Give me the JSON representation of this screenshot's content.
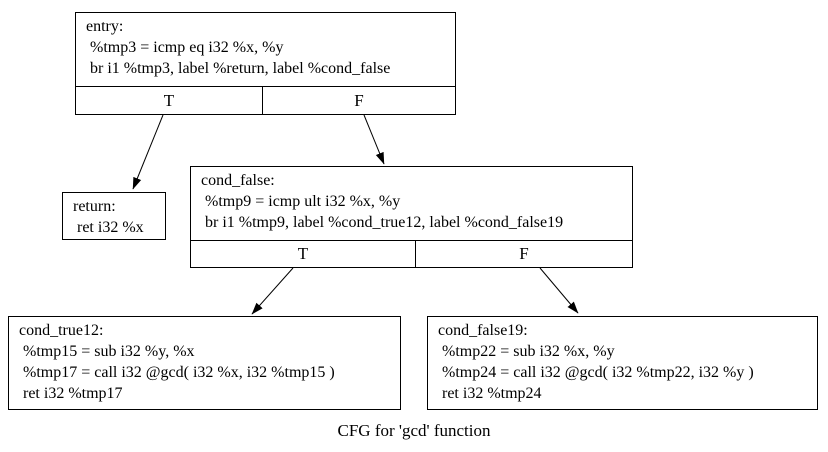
{
  "caption": "CFG for 'gcd' function",
  "colors": {
    "background": "#ffffff",
    "node_border": "#000000",
    "text": "#000000",
    "edge": "#000000"
  },
  "nodes": {
    "entry": {
      "title": "entry:",
      "lines": [
        " %tmp3 = icmp eq i32 %x, %y",
        " br i1 %tmp3, label %return, label %cond_false"
      ],
      "ports": {
        "true": "T",
        "false": "F"
      }
    },
    "return": {
      "title": "return:",
      "lines": [
        " ret i32 %x"
      ]
    },
    "cond_false": {
      "title": "cond_false:",
      "lines": [
        " %tmp9 = icmp ult i32 %x, %y",
        " br i1 %tmp9, label %cond_true12, label %cond_false19"
      ],
      "ports": {
        "true": "T",
        "false": "F"
      }
    },
    "cond_true12": {
      "title": "cond_true12:",
      "lines": [
        " %tmp15 = sub i32 %y, %x",
        " %tmp17 = call i32 @gcd( i32 %x, i32 %tmp15 )",
        " ret i32 %tmp17"
      ]
    },
    "cond_false19": {
      "title": "cond_false19:",
      "lines": [
        " %tmp22 = sub i32 %x, %y",
        " %tmp24 = call i32 @gcd( i32 %tmp22, i32 %y )",
        " ret i32 %tmp24"
      ]
    }
  },
  "edges": [
    {
      "from": "entry",
      "port": "T",
      "to": "return"
    },
    {
      "from": "entry",
      "port": "F",
      "to": "cond_false"
    },
    {
      "from": "cond_false",
      "port": "T",
      "to": "cond_true12"
    },
    {
      "from": "cond_false",
      "port": "F",
      "to": "cond_false19"
    }
  ]
}
